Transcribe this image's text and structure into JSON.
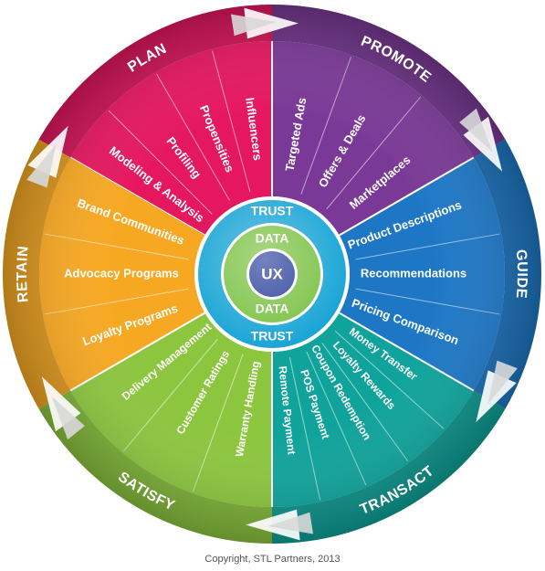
{
  "center": {
    "label": "UX",
    "inner_words": [
      "DATA",
      "DATA"
    ],
    "outer_words": [
      "TRUST",
      "TRUST"
    ],
    "colors": {
      "center": "#2a3f9a",
      "inner_ring": "#7ac142",
      "outer_ring": "#1aa5d6"
    }
  },
  "segments": [
    {
      "name": "plan",
      "title": "PLAN",
      "color": "#e5175f",
      "items": [
        "Modeling & Analysis",
        "Profiling",
        "Propensities",
        "Influencers"
      ]
    },
    {
      "name": "promote",
      "title": "PROMOTE",
      "color": "#7a3996",
      "items": [
        "Targeted Ads",
        "Offers & Deals",
        "Marketplaces"
      ]
    },
    {
      "name": "guide",
      "title": "GUIDE",
      "color": "#1e77c5",
      "items": [
        "Product Descriptions",
        "Recommendations",
        "Pricing Comparison"
      ]
    },
    {
      "name": "transact",
      "title": "TRANSACT",
      "color": "#0fa39b",
      "items": [
        "Money Transfer",
        "Loyalty Rewards",
        "Coupon Redemption",
        "POS Payment",
        "Remote Payment"
      ]
    },
    {
      "name": "satisfy",
      "title": "SATISFY",
      "color": "#8cc63f",
      "items": [
        "Warranty Handling",
        "Customer Ratings",
        "Delivery Management"
      ]
    },
    {
      "name": "retain",
      "title": "RETAIN",
      "color": "#f7a823",
      "items": [
        "Loyalty Programs",
        "Advocacy Programs",
        "Brand Communities"
      ]
    }
  ],
  "copyright": "Copyright, STL Partners, 2013"
}
